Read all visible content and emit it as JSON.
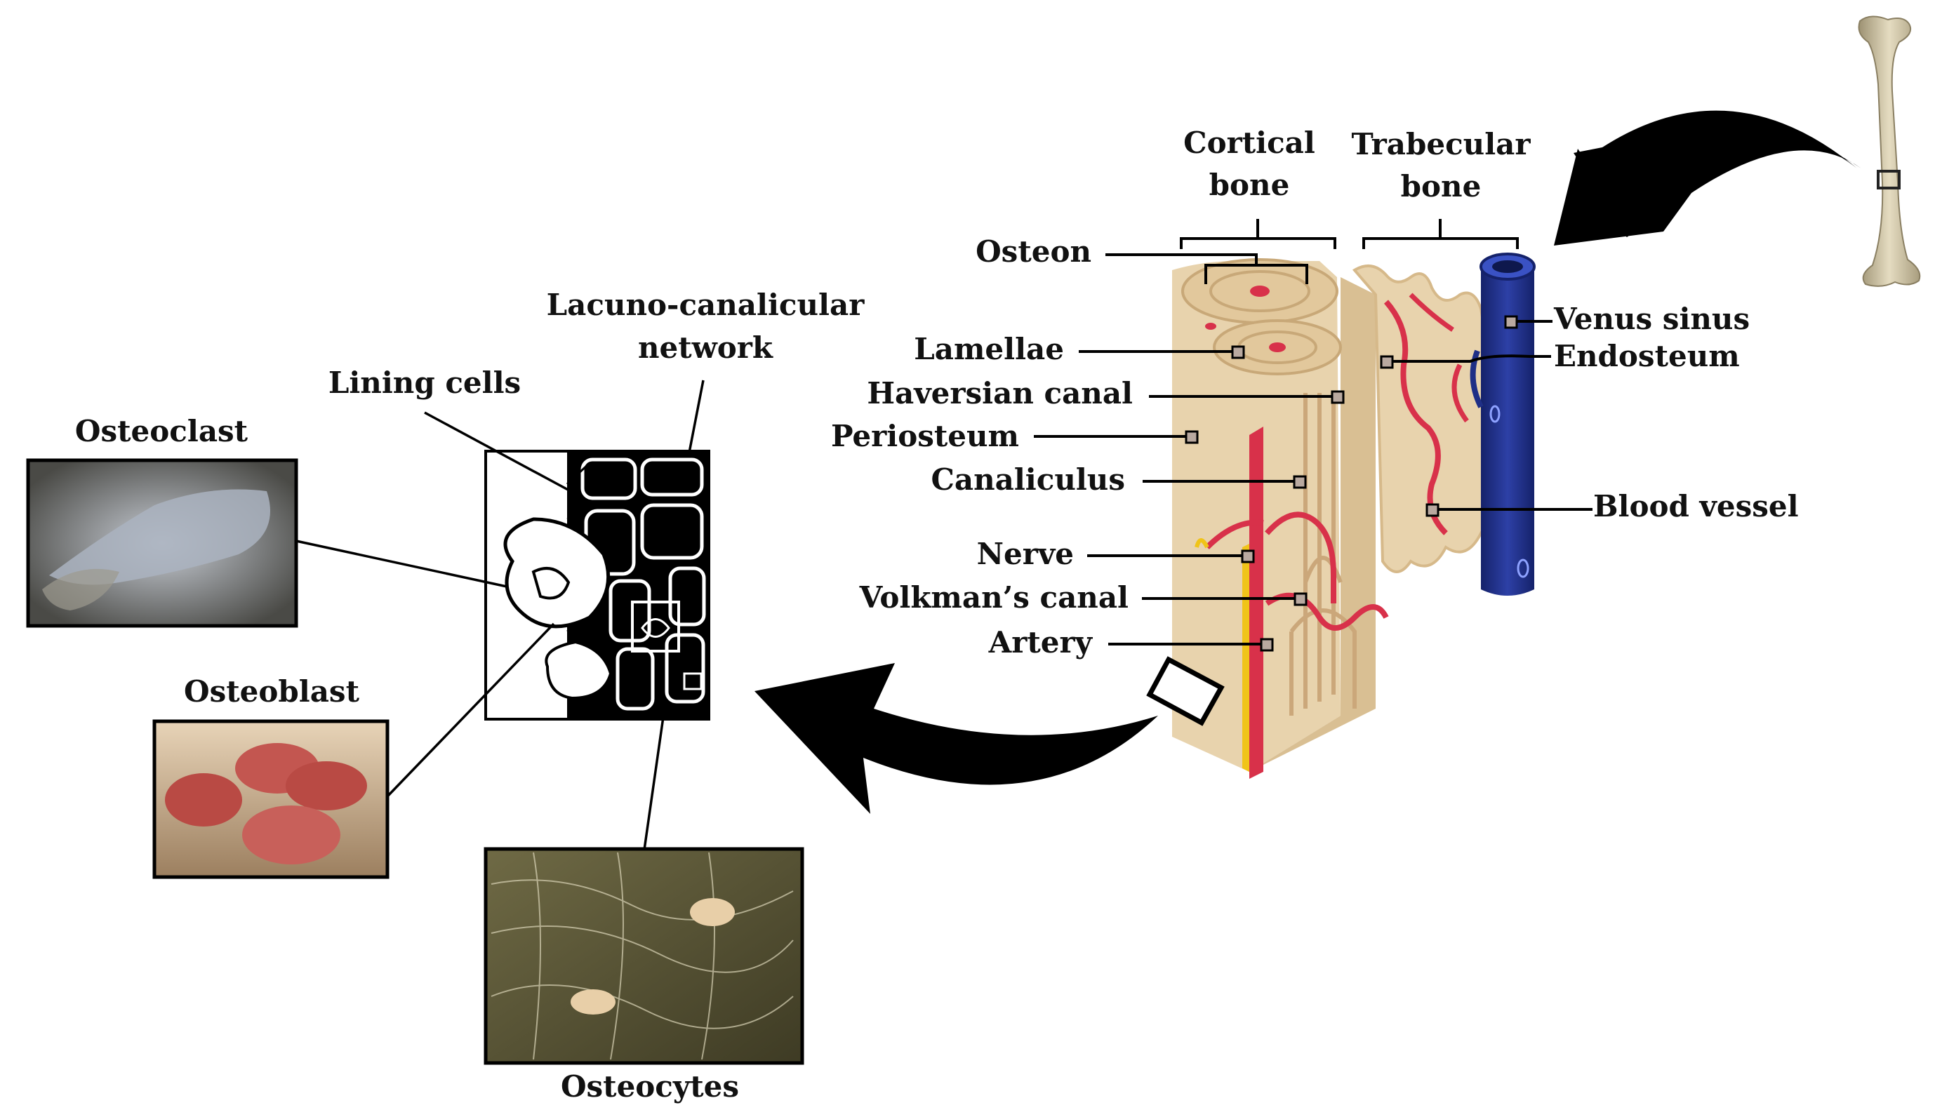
{
  "labels": {
    "cortical_bone_line1": "Cortical",
    "cortical_bone_line2": "bone",
    "trabecular_bone_line1": "Trabecular",
    "trabecular_bone_line2": "bone",
    "osteon": "Osteon",
    "lamellae": "Lamellae",
    "haversian_canal": "Haversian canal",
    "periosteum": "Periosteum",
    "canaliculus": "Canaliculus",
    "nerve": "Nerve",
    "volkmans_canal": "Volkman’s canal",
    "artery": "Artery",
    "venus_sinus": "Venus sinus",
    "endosteum": "Endosteum",
    "blood_vessel": "Blood vessel",
    "lacuno_canalicular_line1": "Lacuno-canalicular",
    "lacuno_canalicular_line2": "network",
    "lining_cells": "Lining cells",
    "osteoclast": "Osteoclast",
    "osteoblast": "Osteoblast",
    "osteocytes": "Osteocytes"
  },
  "colors": {
    "bone": "#e8d3ad",
    "bone_dark": "#d6b98a",
    "artery": "#d8314a",
    "vein": "#1f2f86",
    "nerve": "#f0c419",
    "arrow": "#000000"
  }
}
